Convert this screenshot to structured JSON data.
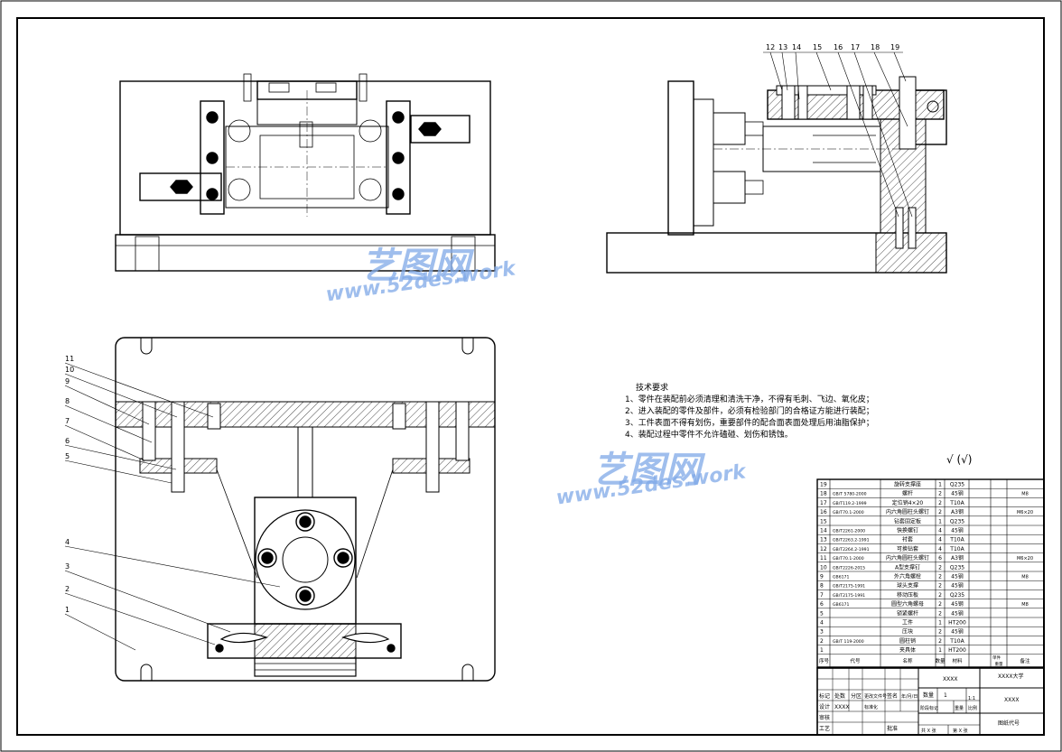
{
  "watermark": {
    "brand": "艺图网",
    "url": "www.52des.work"
  },
  "tech": {
    "title": "技术要求",
    "lines": [
      "1、零件在装配前必须清理和清洗干净，不得有毛刺、飞边、氧化皮；",
      "2、进入装配的零件及部件，必须有检验部门的合格证方能进行装配；",
      "3、工件表面不得有划伤，重要部件的配合面表面处理后用油脂保护；",
      "4、装配过程中零件不允许磕碰、划伤和锈蚀。"
    ]
  },
  "roughness": "√ (√)",
  "callouts": {
    "top_right": [
      "12",
      "13",
      "14",
      "15",
      "16",
      "17",
      "18",
      "19"
    ],
    "bottom_left": [
      "11",
      "10",
      "9",
      "8",
      "7",
      "6",
      "5",
      "4",
      "3",
      "2",
      "1"
    ]
  },
  "bom": {
    "rows": [
      {
        "no": "19",
        "code": "",
        "name": "旋转支撑座",
        "qty": "1",
        "mat": "Q235",
        "note": ""
      },
      {
        "no": "18",
        "code": "GB/T 5780-2000",
        "name": "螺杆",
        "qty": "2",
        "mat": "45钢",
        "note": "M8"
      },
      {
        "no": "17",
        "code": "GB/T119.2-1999",
        "name": "定位销4×20",
        "qty": "2",
        "mat": "T10A",
        "note": ""
      },
      {
        "no": "16",
        "code": "GB/T70.1-2000",
        "name": "内六角圆柱头螺钉",
        "qty": "2",
        "mat": "A3钢",
        "note": "M6×20"
      },
      {
        "no": "15",
        "code": "",
        "name": "钻套固定板",
        "qty": "1",
        "mat": "Q235",
        "note": ""
      },
      {
        "no": "14",
        "code": "GB/T2261-2000",
        "name": "快换螺钉",
        "qty": "4",
        "mat": "45钢",
        "note": ""
      },
      {
        "no": "13",
        "code": "GB/T2263.2-1991",
        "name": "衬套",
        "qty": "4",
        "mat": "T10A",
        "note": ""
      },
      {
        "no": "12",
        "code": "GB/T2264.2-1991",
        "name": "可换钻套",
        "qty": "4",
        "mat": "T10A",
        "note": ""
      },
      {
        "no": "11",
        "code": "GB/T70.1-2000",
        "name": "内六角圆柱头螺钉",
        "qty": "6",
        "mat": "A3钢",
        "note": "M6×20"
      },
      {
        "no": "10",
        "code": "GB/T2226-2015",
        "name": "A型支撑钉",
        "qty": "2",
        "mat": "Q235",
        "note": ""
      },
      {
        "no": "9",
        "code": "GB6171",
        "name": "外六角螺栓",
        "qty": "2",
        "mat": "45钢",
        "note": "M8"
      },
      {
        "no": "8",
        "code": "GB/T2175-1991",
        "name": "球头支撑",
        "qty": "2",
        "mat": "45钢",
        "note": ""
      },
      {
        "no": "7",
        "code": "GB/T2175-1991",
        "name": "移动压板",
        "qty": "2",
        "mat": "Q235",
        "note": ""
      },
      {
        "no": "6",
        "code": "GB6171",
        "name": "圆型六角螺母",
        "qty": "2",
        "mat": "45钢",
        "note": "M8"
      },
      {
        "no": "5",
        "code": "",
        "name": "锁紧螺杆",
        "qty": "2",
        "mat": "45钢",
        "note": ""
      },
      {
        "no": "4",
        "code": "",
        "name": "工件",
        "qty": "1",
        "mat": "HT200",
        "note": ""
      },
      {
        "no": "3",
        "code": "",
        "name": "压块",
        "qty": "2",
        "mat": "45钢",
        "note": ""
      },
      {
        "no": "2",
        "code": "GB/T 119-2000",
        "name": "圆柱销",
        "qty": "2",
        "mat": "T10A",
        "note": ""
      },
      {
        "no": "1",
        "code": "",
        "name": "夹具体",
        "qty": "1",
        "mat": "HT200",
        "note": ""
      }
    ],
    "header": {
      "no": "序号",
      "code": "代号",
      "name": "名称",
      "qty": "数量",
      "mat": "材料",
      "unit": "单件",
      "total": "总计",
      "weight": "重量",
      "note": "备注"
    }
  },
  "titleblock": {
    "drawing_name": "XXXX",
    "school": "XXXX大学",
    "code": "XXXX",
    "qty_label": "数量",
    "qty": "1",
    "stage": "阶段标记",
    "weight": "重量",
    "scale_label": "比例",
    "scale": "1:1",
    "sheet_total": "共 X 张",
    "sheet_no": "第 X 张",
    "drawing_no_label": "图纸代号",
    "mark": "标记",
    "count": "处数",
    "zone": "分区",
    "change_no": "更改文件号",
    "sign": "签名",
    "date": "年/月/日",
    "design": "设计",
    "design_name": "XXXX",
    "std": "标准化",
    "review": "审核",
    "process": "工艺",
    "approve": "批准"
  }
}
